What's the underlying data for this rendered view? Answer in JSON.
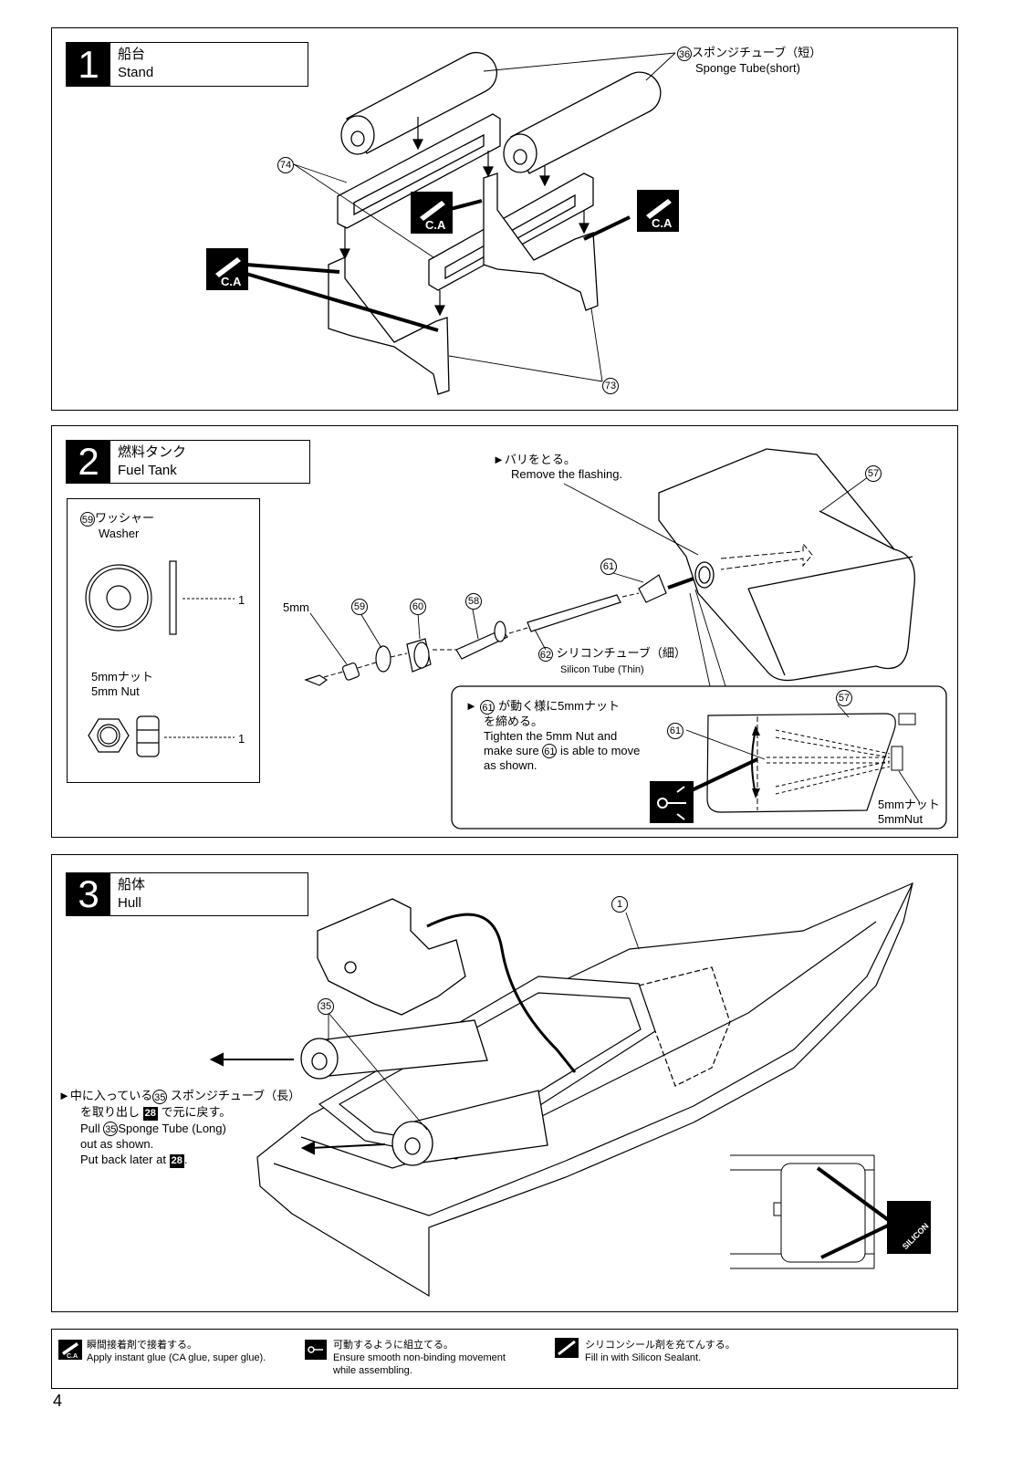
{
  "step1": {
    "number": "1",
    "title_jp": "船台",
    "title_en": "Stand",
    "part36_num": "36",
    "part36_jp": "スポンジチューブ（短）",
    "part36_en": "Sponge Tube(short)",
    "part74": "74",
    "part73": "73",
    "ca_label": "C.A"
  },
  "step2": {
    "number": "2",
    "title_jp": "燃料タンク",
    "title_en": "Fuel Tank",
    "washer_num": "59",
    "washer_jp": "ワッシャー",
    "washer_en": "Washer",
    "washer_qty": "1",
    "nut_jp": "5mmナット",
    "nut_en": "5mm Nut",
    "nut_qty": "1",
    "flash_jp": "►バリをとる。",
    "flash_en": "Remove the flashing.",
    "p57": "57",
    "p61": "61",
    "p58": "58",
    "p59": "59",
    "p60": "60",
    "p62": "62",
    "size_5mm": "5mm",
    "silicon_jp": "シリコンチューブ（細）",
    "silicon_en": "Silicon Tube (Thin)",
    "inset_jp1": "が動く様に5mmナット",
    "inset_jp2": "を締める。",
    "inset_en1": "Tighten the 5mm Nut and",
    "inset_en2": "make sure",
    "inset_en3": "is able to move",
    "inset_en4": "as shown.",
    "inset_nut_jp": "5mmナット",
    "inset_nut_en": "5mmNut"
  },
  "step3": {
    "number": "3",
    "title_jp": "船体",
    "title_en": "Hull",
    "p1": "1",
    "p35": "35",
    "note_jp1a": "►中に入っている",
    "note_jp1b": "スポンジチューブ（長）",
    "note_jp2a": "を取り出し",
    "note_jp2b": "で元に戻す。",
    "note_en1a": "Pull",
    "note_en1b": "Sponge Tube (Long)",
    "note_en2": "out as shown.",
    "note_en3": "Put back later at",
    "step_ref": "28",
    "silicon_label": "SILICON"
  },
  "legend": {
    "ca_jp": "瞬間接着剤で接着する。",
    "ca_en": "Apply instant glue (CA glue, super glue).",
    "move_jp": "可動するように組立てる。",
    "move_en1": "Ensure smooth non-binding movement",
    "move_en2": "while assembling.",
    "sil_jp": "シリコンシール剤を充てんする。",
    "sil_en": "Fill in with Silicon Sealant."
  },
  "page_number": "4"
}
